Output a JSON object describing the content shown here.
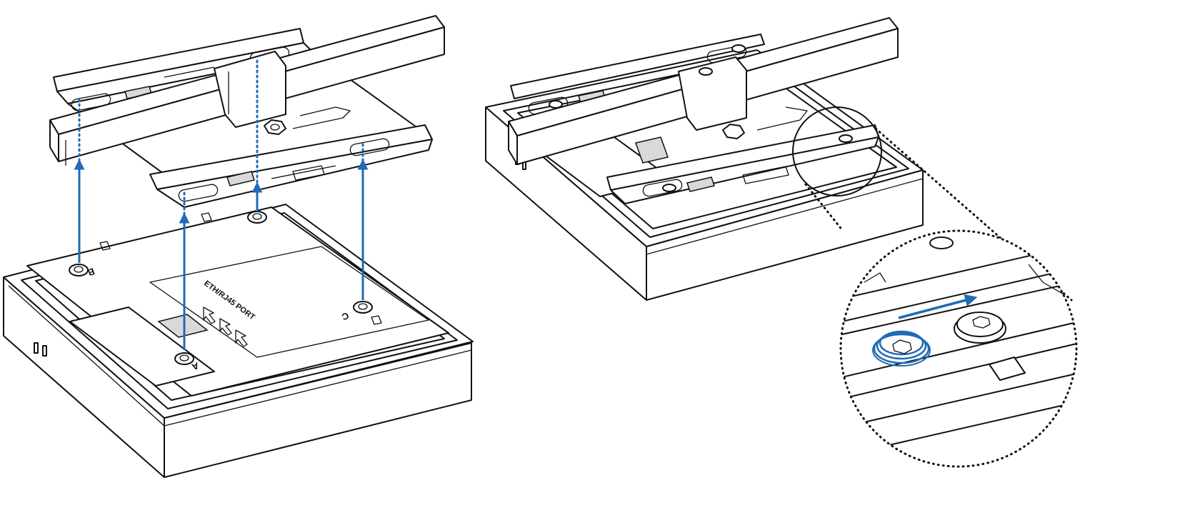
{
  "labels": {
    "port_label": "ETH/RJ45 PORT",
    "screw_a": "A",
    "screw_b": "B",
    "screw_c": "C"
  },
  "colors": {
    "accent": "#1f6bb5",
    "line": "#111111"
  },
  "icons": {
    "lift_arrow": "arrow-up-icon",
    "slide_arrow": "arrow-right-icon",
    "loosen": "circular-motion-icon"
  }
}
